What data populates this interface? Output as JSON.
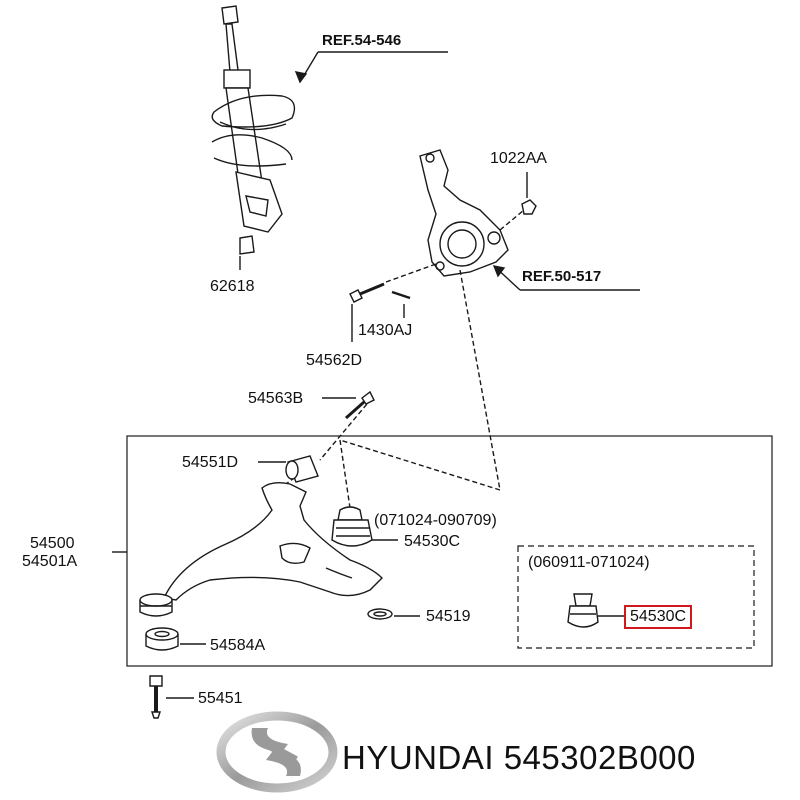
{
  "references": {
    "strut": "REF.54-546",
    "knuckle": "REF.50-517"
  },
  "parts": {
    "p1022AA": "1022AA",
    "p62618": "62618",
    "p1430AJ": "1430AJ",
    "p54562D": "54562D",
    "p54563B": "54563B",
    "p54551D": "54551D",
    "p54500": "54500",
    "p54501A": "54501A",
    "p54530C_main": "54530C",
    "p54519": "54519",
    "p54584A": "54584A",
    "p55451": "55451",
    "p54530C_alt": "54530C"
  },
  "date_ranges": {
    "main": "(071024-090709)",
    "alt": "(060911-071024)"
  },
  "footer": {
    "brand": "HYUNDAI",
    "part_number": "545302B000"
  },
  "colors": {
    "line": "#1a1a1a",
    "highlight_box": "#d0191c",
    "logo_silver": "#8a8a8a"
  },
  "icons": {
    "logo": "hyundai-logo-icon"
  }
}
